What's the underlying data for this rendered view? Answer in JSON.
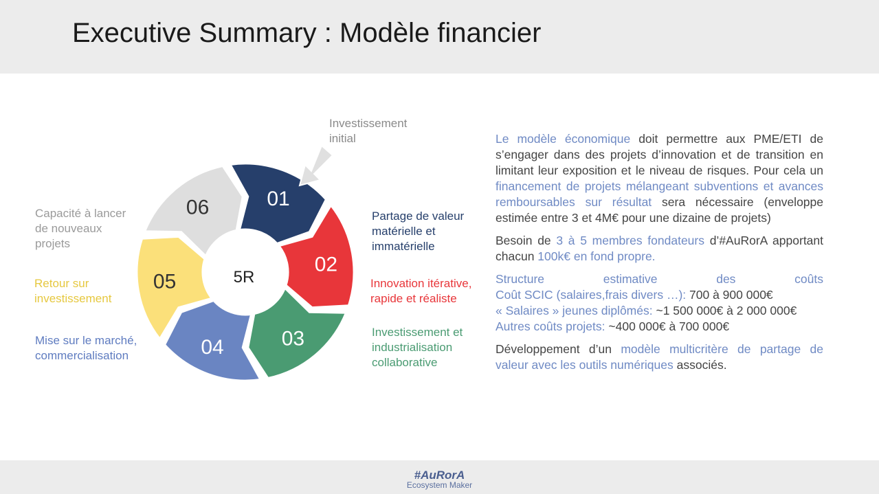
{
  "header": {
    "title": "Executive Summary : Modèle financier"
  },
  "diagram": {
    "center_label": "5R",
    "segments": [
      {
        "number": "01",
        "color": "#263f6b",
        "text_color": "#ffffff"
      },
      {
        "number": "02",
        "color": "#e8363a",
        "text_color": "#ffffff"
      },
      {
        "number": "03",
        "color": "#4a9b72",
        "text_color": "#ffffff"
      },
      {
        "number": "04",
        "color": "#6a85c2",
        "text_color": "#ffffff"
      },
      {
        "number": "05",
        "color": "#fbe07a",
        "text_color": "#333333"
      },
      {
        "number": "06",
        "color": "#dedede",
        "text_color": "#333333"
      }
    ],
    "labels": {
      "initial": "Investissement\ninitial",
      "seg01": "Partage de valeur\nmatérielle et\nimmatérielle",
      "seg02": "Innovation itérative,\nrapide et réaliste",
      "seg03": "Investissement et\nindustrialisation\ncollaborative",
      "seg04": "Mise sur le marché,\ncommercialisation",
      "seg05": "Retour sur\ninvestissement",
      "seg06": "Capacité à lancer\nde nouveaux\nprojets"
    },
    "label_colors": {
      "initial": "#8a8a8a",
      "seg01": "#263f6b",
      "seg02": "#e8363a",
      "seg03": "#4a9b72",
      "seg04": "#5f7cc0",
      "seg05": "#e6c83f",
      "seg06": "#9a9a9a"
    }
  },
  "panel": {
    "p1": {
      "a": "Le modèle économique",
      "b": " doit permettre aux PME/ETI de s’engager dans des projets d’innovation et de transition en limitant leur exposition et le niveau de risques. Pour cela un ",
      "c": "financement de projets mélangeant subventions et avances remboursables sur résultat",
      "d": " sera nécessaire (enveloppe estimée entre 3 et 4M€ pour une dizaine de projets)"
    },
    "p2": {
      "a": "Besoin de ",
      "b": "3 à 5 membres fondateurs",
      "c": " d’#AuRorA apportant chacun ",
      "d": "100k€ en fond propre."
    },
    "p3": {
      "w1": "Structure",
      "w2": "estimative",
      "w3": "des",
      "w4": "coûts",
      "l2a": "Coût SCIC (salaires,frais divers …):",
      "l2b": " 700 à 900 000€",
      "l3a": "« Salaires » jeunes diplômés:",
      "l3b": " ~1 500 000€ à 2 000 000€",
      "l4a": "Autres coûts projets:",
      "l4b": " ~400 000€ à 700 000€"
    },
    "p4": {
      "a": "Développement d’un ",
      "b": "modèle multicritère de partage de valeur avec les outils numériques",
      "c": " associés."
    }
  },
  "footer": {
    "brand": "#AuRorA",
    "tagline": "Ecosystem Maker"
  }
}
